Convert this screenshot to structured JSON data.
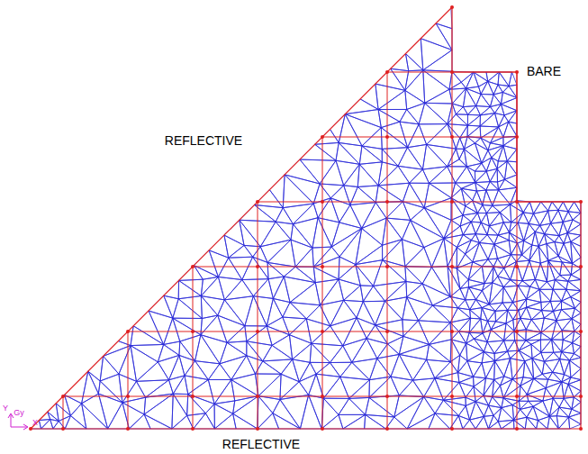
{
  "diagram": {
    "labels": [
      "REFLECTIVE",
      "BARE",
      "REFLECTIVE",
      "Y",
      "Gy",
      "X"
    ]
  }
}
